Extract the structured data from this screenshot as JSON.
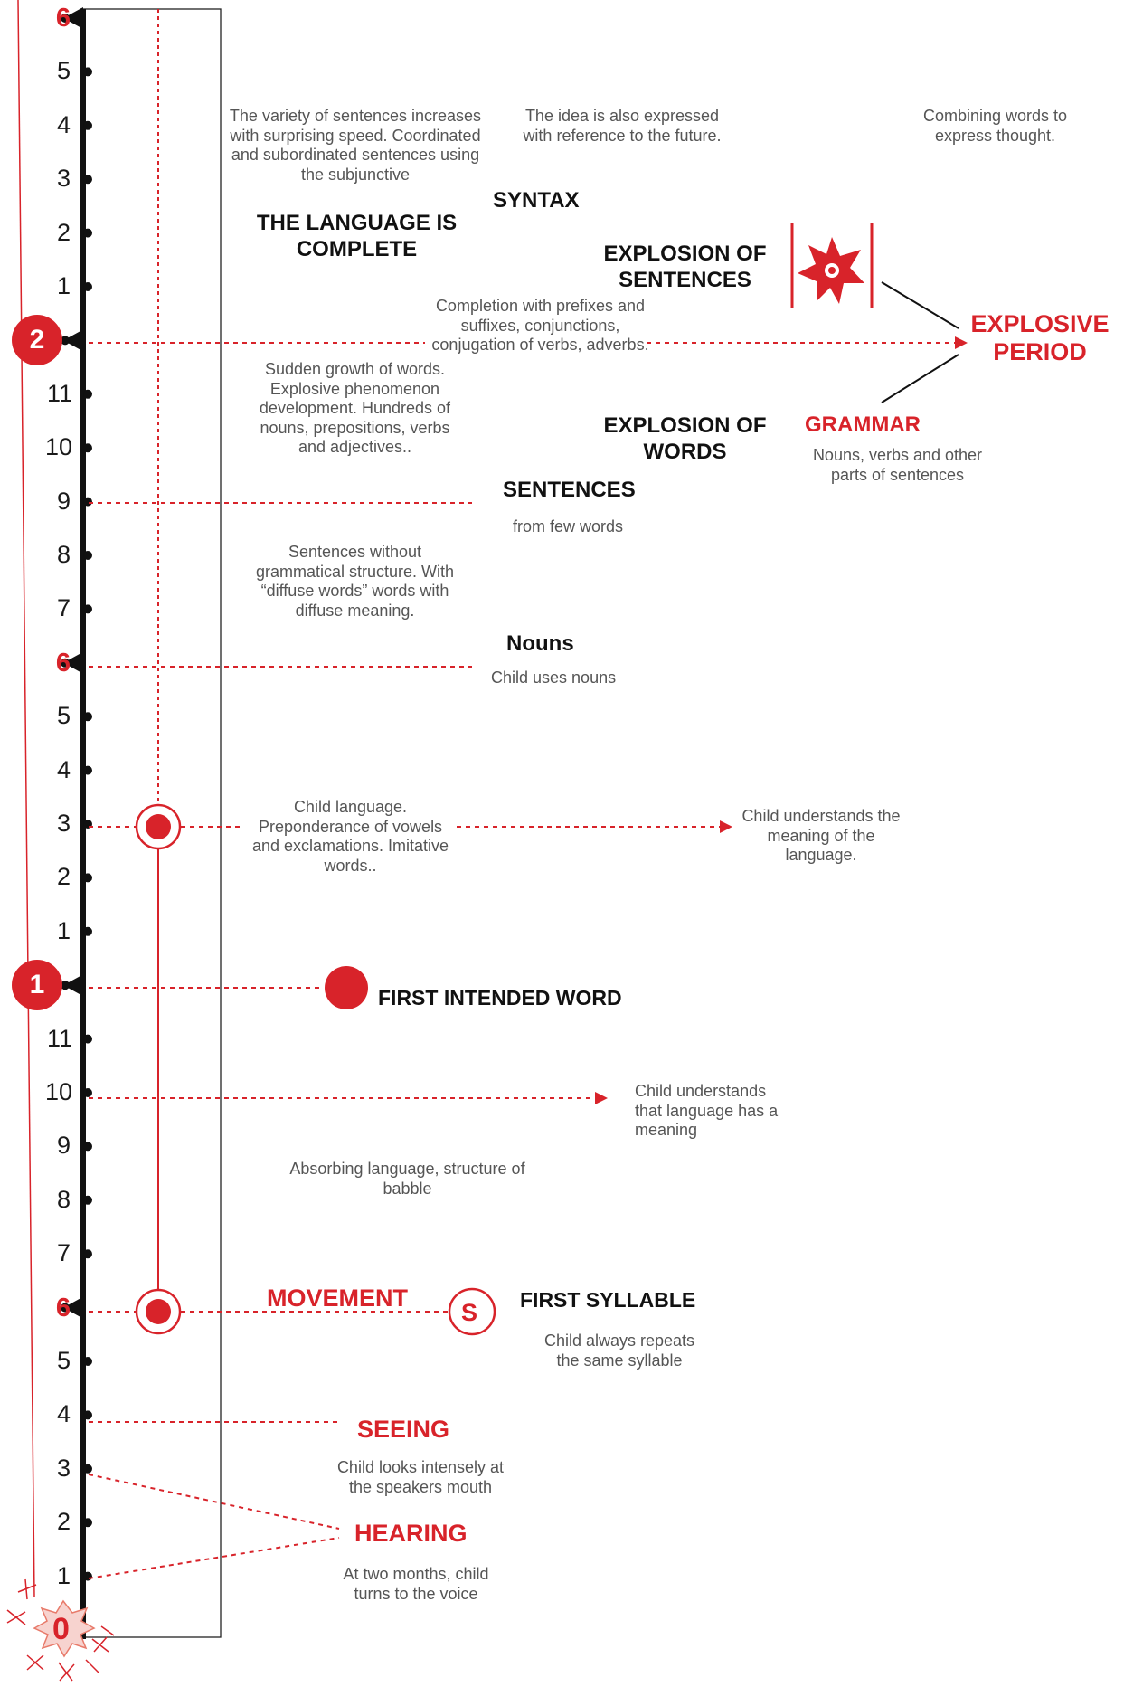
{
  "scale": {
    "ticks": [
      {
        "label": "6",
        "major": "top"
      },
      {
        "label": "5"
      },
      {
        "label": "4"
      },
      {
        "label": "3"
      },
      {
        "label": "2"
      },
      {
        "label": "1"
      },
      {
        "label": "2",
        "major": "badge"
      },
      {
        "label": "11"
      },
      {
        "label": "10"
      },
      {
        "label": "9"
      },
      {
        "label": "8"
      },
      {
        "label": "7"
      },
      {
        "label": "6",
        "major": "red"
      },
      {
        "label": "5"
      },
      {
        "label": "4"
      },
      {
        "label": "3"
      },
      {
        "label": "2"
      },
      {
        "label": "1"
      },
      {
        "label": "1",
        "major": "badge"
      },
      {
        "label": "11"
      },
      {
        "label": "10"
      },
      {
        "label": "9"
      },
      {
        "label": "8"
      },
      {
        "label": "7"
      },
      {
        "label": "6",
        "major": "red"
      },
      {
        "label": "5"
      },
      {
        "label": "4"
      },
      {
        "label": "3"
      },
      {
        "label": "2"
      },
      {
        "label": "1"
      },
      {
        "label": "0",
        "major": "zero"
      }
    ]
  },
  "text": {
    "variety": "The variety of sentences increases with surprising speed. Coordinated and subordinated sentences using the subjunctive",
    "idea_future": "The idea is also expressed with reference to the future.",
    "combining": "Combining words to express thought.",
    "syntax": "SYNTAX",
    "language_complete": "THE LANGUAGE IS COMPLETE",
    "explosion_sentences": "EXPLOSION OF SENTENCES",
    "completion": "Completion with prefixes and suffixes, conjunctions, conjugation of verbs, adverbs.",
    "explosive_period": "EXPLOSIVE PERIOD",
    "sudden_growth": "Sudden growth of words. Explosive phenomenon development. Hundreds of nouns, prepositions, verbs and adjectives..",
    "explosion_words": "EXPLOSION OF WORDS",
    "grammar": "GRAMMAR",
    "grammar_desc": "Nouns, verbs and  other parts of sentences",
    "sentences": "SENTENCES",
    "few_words": "from few words",
    "sentences_without": "Sentences without grammatical structure. With “diffuse words” words with diffuse meaning.",
    "nouns": "Nouns",
    "nouns_desc": "Child uses nouns",
    "child_language": "Child language. Preponderance of vowels and exclamations. Imitative words..",
    "understands_meaning": "Child understands the meaning of the language.",
    "first_word": "FIRST INTENDED WORD",
    "understands_has_meaning": "Child understands that language has a meaning",
    "absorbing": "Absorbing  language,  structure of babble",
    "movement": "MOVEMENT",
    "s_letter": "S",
    "first_syllable": "FIRST SYLLABLE",
    "repeats": "Child always repeats the same syllable",
    "seeing": "SEEING",
    "seeing_desc": "Child looks intensely at the speakers mouth",
    "hearing": "HEARING",
    "hearing_desc": "At two months, child turns to the voice"
  },
  "colors": {
    "accent": "#d8232a",
    "line": "#111111",
    "text": "#555555"
  }
}
